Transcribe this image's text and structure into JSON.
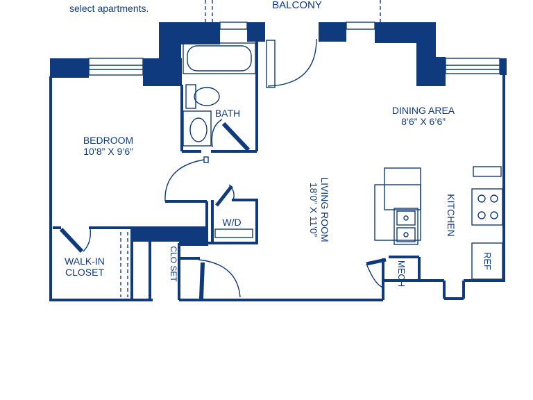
{
  "colors": {
    "wall": "#0f3a7e",
    "background": "#ffffff"
  },
  "note": "select apartments.",
  "rooms": {
    "balcony": {
      "name": "BALCONY"
    },
    "bath": {
      "name": "BATH"
    },
    "bedroom": {
      "name": "BEDROOM",
      "size": "10’8” X 9’6”"
    },
    "dining": {
      "name": "DINING AREA",
      "size": "8’6” X 6’6”"
    },
    "living": {
      "name": "LIVING ROOM",
      "size": "18’0” X 11’0”"
    },
    "kitchen": {
      "name": "KITCHEN"
    },
    "walkin": {
      "name_line1": "WALK-IN",
      "name_line2": "CLOSET"
    },
    "closet": {
      "name": "CLO SET"
    },
    "washer_dryer": {
      "name": "W/D"
    },
    "mech": {
      "name": "MECH"
    },
    "ref": {
      "name": "REF"
    }
  }
}
